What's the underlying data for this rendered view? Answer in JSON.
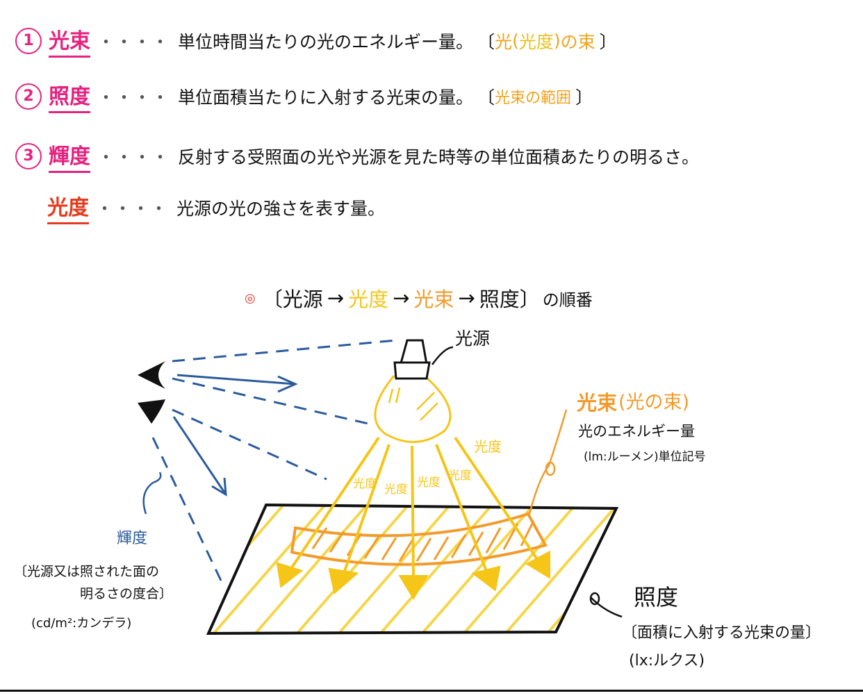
{
  "definitions": [
    {
      "num": "1",
      "term": "光束",
      "dots": "・・・・",
      "desc": "単位時間当たりの光のエネルギー量。",
      "note_open": "〔",
      "note_a": "光",
      "note_b": "(",
      "note_c": "光度",
      "note_d": ")",
      "note_e": "の束",
      "note_close": "〕"
    },
    {
      "num": "2",
      "term": "照度",
      "dots": "・・・・",
      "desc": "単位面積当たりに入射する光束の量。",
      "note_open": "〔",
      "note": "光束の範囲",
      "note_close": "〕"
    },
    {
      "num": "3",
      "term": "輝度",
      "dots": "・・・・",
      "desc": "反射する受照面の光や光源を見た時等の単位面積あたりの明るさ。"
    },
    {
      "term": "光度",
      "dots": "・・・・",
      "desc": "光源の光の強さを表す量。"
    }
  ],
  "flow": {
    "mark": "◎",
    "open": "〔",
    "step1": "光源",
    "arrow": "→",
    "step2": "光度",
    "step3": "光束",
    "step4": "照度",
    "close": "〕",
    "suffix": "の順番"
  },
  "diagram": {
    "light_source_label": "光源",
    "luminous_flux_title": "光束",
    "luminous_flux_paren": "(光の束)",
    "luminous_flux_desc": "光のエネルギー量",
    "luminous_flux_unit": "(lm:ルーメン)単位記号",
    "intensity_labels": [
      "光度",
      "光度",
      "光度",
      "光度",
      "光度"
    ],
    "luminance_title": "輝度",
    "luminance_desc_1": "〔光源又は照された面の",
    "luminance_desc_2": "明るさの度合〕",
    "luminance_unit": "(cd/m²:カンデラ)",
    "illuminance_title": "照度",
    "illuminance_desc": "〔面積に入射する光束の量〕",
    "illuminance_unit": "(lx:ルクス)"
  },
  "colors": {
    "pink": "#e6217f",
    "red": "#e53a1e",
    "yellow": "#f5c518",
    "orange": "#f39a2b",
    "blue": "#2a5b9c"
  }
}
